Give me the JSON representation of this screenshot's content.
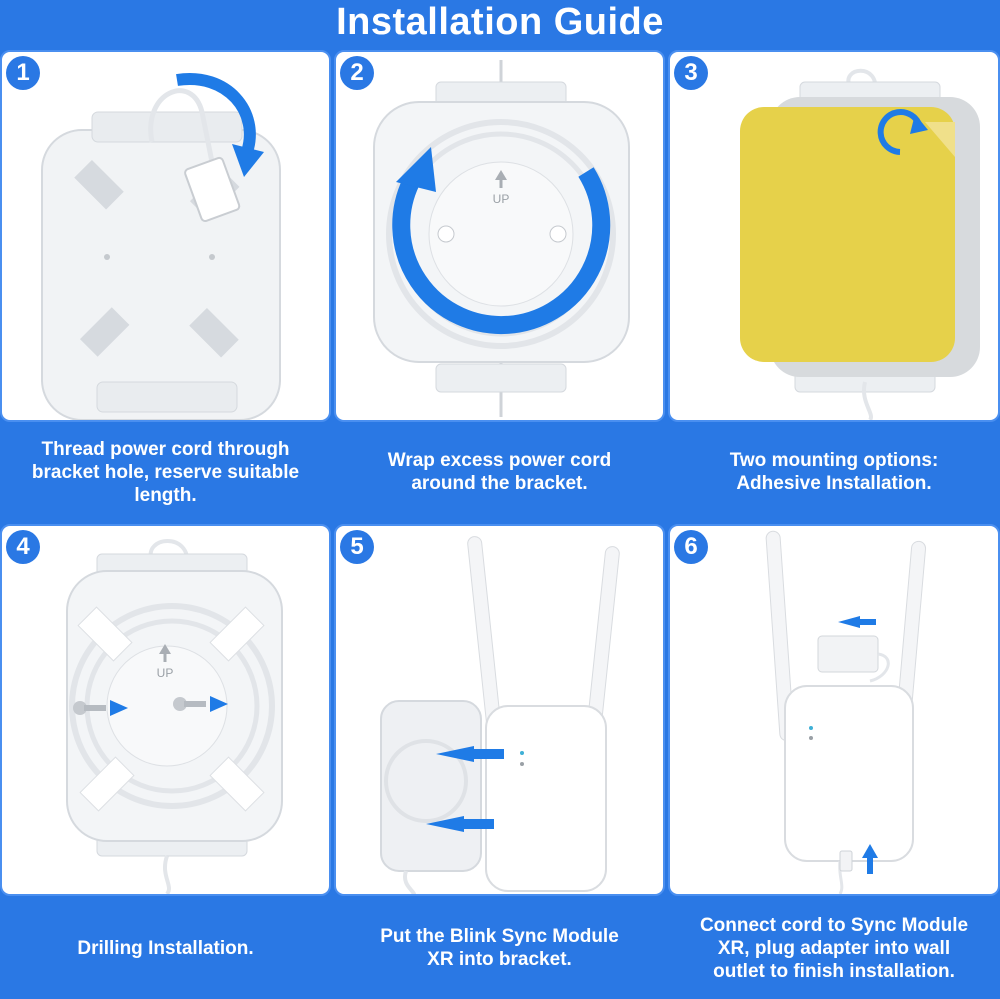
{
  "title": "Installation Guide",
  "steps": [
    {
      "number": "1",
      "caption": "Thread power cord through\nbracket hole, reserve suitable\nlength."
    },
    {
      "number": "2",
      "caption": "Wrap excess power cord\naround the bracket."
    },
    {
      "number": "3",
      "caption": "Two mounting options:\nAdhesive Installation."
    },
    {
      "number": "4",
      "caption": "Drilling Installation."
    },
    {
      "number": "5",
      "caption": "Put the Blink Sync Module\nXR into bracket."
    },
    {
      "number": "6",
      "caption": "Connect cord to Sync Module\nXR, plug adapter into wall\noutlet to finish installation."
    }
  ],
  "bracket_marks": {
    "up_label": "UP"
  },
  "colors": {
    "background": "#2a78e4",
    "panel": "#ffffff",
    "arrow": "#1f7be6",
    "adhesive": "#e6d14a"
  }
}
